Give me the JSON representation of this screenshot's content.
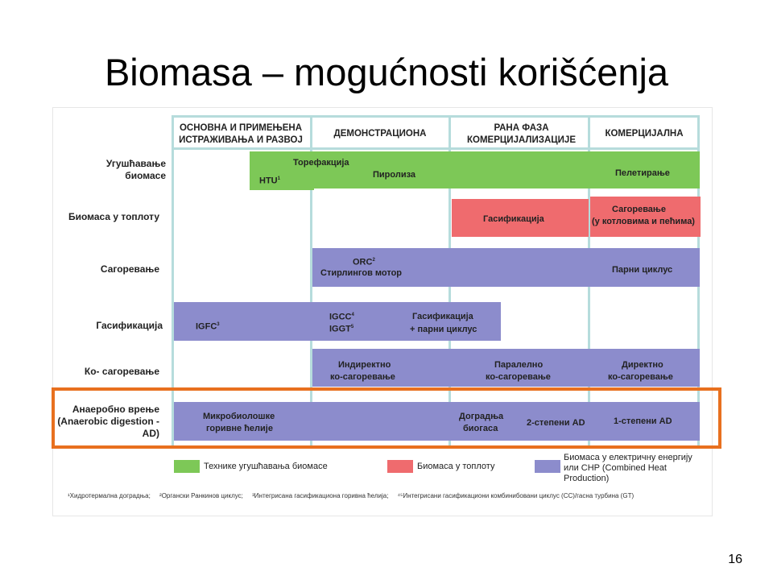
{
  "slide": {
    "title": "Biomasa – mogućnosti korišćenja",
    "page_number": "16"
  },
  "colors": {
    "green": "#7dc857",
    "red": "#ef6b6e",
    "purple": "#8c8ccc",
    "gridline": "#b6dcdc",
    "highlight": "#e8701f"
  },
  "chart_data": {
    "type": "table",
    "stages": [
      "ОСНОВНА И ПРИМЕЊЕНА ИСТРАЖИВАЊА И РАЗВОЈ",
      "ДЕМОНСТРАЦИОНА",
      "РАНА ФАЗА КОМЕРЦИЈАЛИЗАЦИЈЕ",
      "КОМЕРЦИЈАЛНА"
    ],
    "rows": [
      "Угушћавање биомасе",
      "Биомаса у топлоту",
      "Сагоревање",
      "Гасификација",
      "Ко- сагоревање",
      "Анаеробно врење (Anaerobic digestion - AD)"
    ],
    "legend": [
      "Технике угушћавања биомасе",
      "Биомаса у топлоту",
      "Биомаса у електричну енергију или CHP (Combined Heat Production)"
    ],
    "labels": {
      "htu": "HTU",
      "torefakcija": "Торефакција",
      "piroliza": "Пиролиза",
      "peletiranje": "Пелетирање",
      "gasifikacija_heat": "Гасификација",
      "sagorevanje_heat_1": "Сагоревање",
      "sagorevanje_heat_2": "(у котловима и пећима)",
      "orc": "ORC",
      "stirling": "Стирлингов мотор",
      "parni_ciklus": "Парни циклус",
      "igfc": "IGFC",
      "igcc": "IGCC",
      "iggt": "IGGT",
      "gas_parni_1": "Гасификација",
      "gas_parni_2": "+ парни циклус",
      "indirektno_1": "Индиректно",
      "indirektno_2": "ко-сагоревање",
      "paralelno_1": "Паралелно",
      "paralelno_2": "ко-сагоревање",
      "direktno_1": "Директно",
      "direktno_2": "ко-сагоревање",
      "mikrobio_1": "Микробиолошке",
      "mikrobio_2": "горивне ћелије",
      "dogradnja_1": "Доградња",
      "dogradnja_2": "биогаса",
      "stepeni_2": "2-степени AD",
      "stepeni_1": "1-степени AD"
    },
    "superscripts": {
      "htu": "1",
      "orc": "2",
      "igfc": "3",
      "igcc": "4",
      "iggt": "5"
    },
    "footnotes": [
      "¹Хидротермална доградња;",
      "²Органски Ранкинов циклус;",
      "³Интегрисана гасификациона горивна ћелија;",
      "⁴⁵Интегрисани гасификациони комбинибовани циклус (CC)/гасна турбина (GT)"
    ]
  }
}
